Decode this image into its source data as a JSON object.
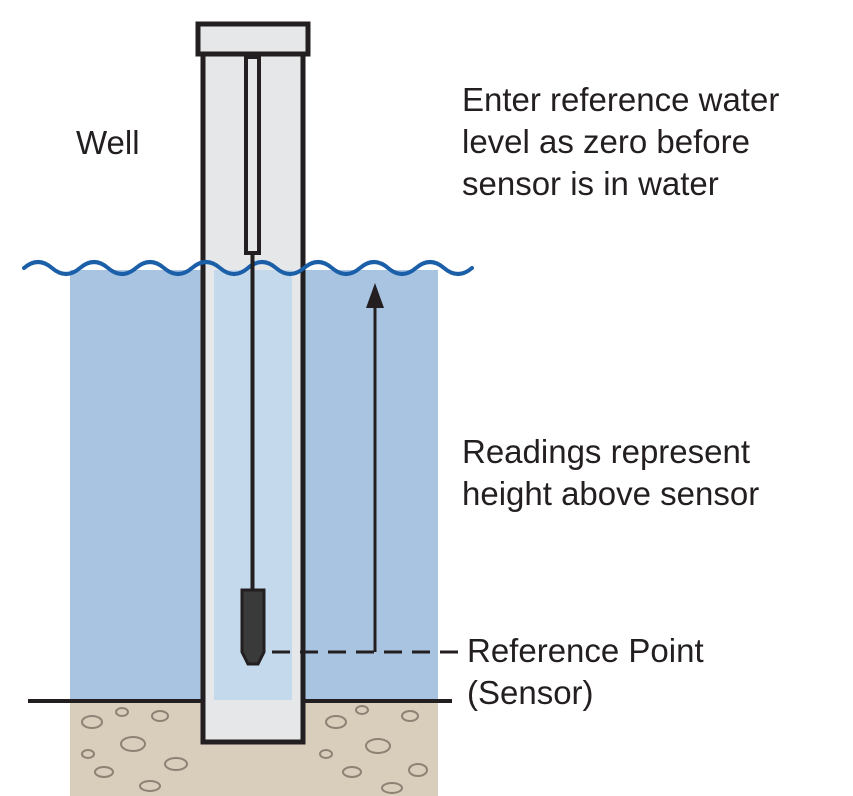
{
  "diagram": {
    "labels": {
      "well": "Well",
      "reference_note": [
        "Enter reference water",
        "level as zero before",
        "sensor is in water"
      ],
      "readings_note": [
        "Readings represent",
        "height above sensor"
      ],
      "reference_point": [
        "Reference Point",
        "(Sensor)"
      ]
    },
    "colors": {
      "water": "#a9c4e1",
      "water_surface": "#1a5fa8",
      "ground": "#d9cdbc",
      "ground_pebbles": "#8d8375",
      "pipe_casing": "#e6e7e8",
      "pipe_water": "#c5d9ec",
      "outline": "#231f20",
      "text": "#231f20"
    }
  }
}
